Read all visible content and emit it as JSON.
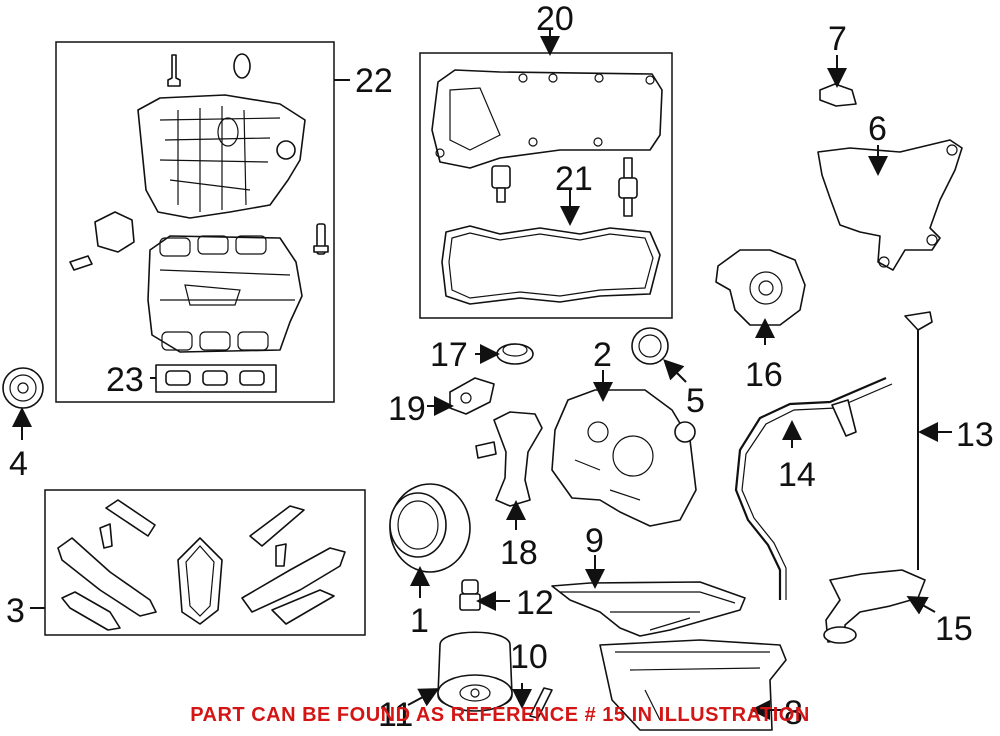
{
  "callouts": {
    "c1": "1",
    "c2": "2",
    "c3": "3",
    "c4": "4",
    "c5": "5",
    "c6": "6",
    "c7": "7",
    "c8": "8",
    "c9": "9",
    "c10": "10",
    "c11": "11",
    "c12": "12",
    "c13": "13",
    "c14": "14",
    "c15": "15",
    "c16": "16",
    "c17": "17",
    "c18": "18",
    "c19": "19",
    "c20": "20",
    "c21": "21",
    "c22": "22",
    "c23": "23"
  },
  "note": "PART CAN BE FOUND AS REFERENCE # 15 IN ILLUSTRATION",
  "colors": {
    "line": "#111111",
    "note": "#d41515",
    "background": "#ffffff"
  }
}
